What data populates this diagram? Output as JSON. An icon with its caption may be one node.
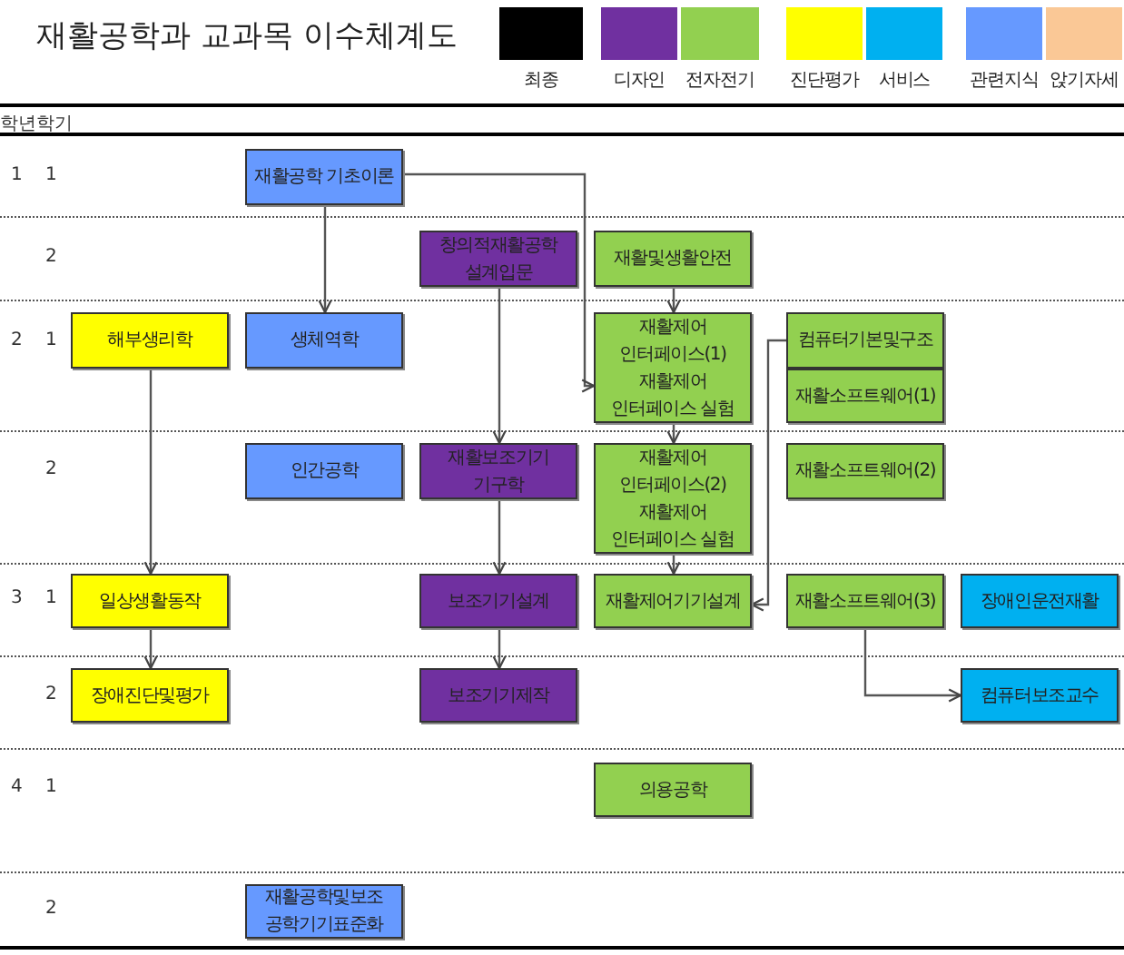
{
  "diagram": {
    "title": "재활공학과 교과목 이수체계도",
    "nodes": [
      {
        "text": [
          "재활공학 기초이론"
        ]
      },
      {
        "text": [
          "창의적재활공학 설계입문"
        ]
      },
      {
        "text": [
          "재활및생활안전"
        ]
      },
      {
        "text": [
          "해부생리학"
        ]
      },
      {
        "text": [
          "생체역학"
        ]
      },
      {
        "text": [
          "재활제어 인터페이스(1)",
          "재활제어 인터페이스 실험"
        ]
      },
      {
        "text": [
          "컴퓨터기본및구조"
        ]
      },
      {
        "text": [
          "재활소프트웨어(1)"
        ]
      },
      {
        "text": [
          "인간공학"
        ]
      },
      {
        "text": [
          "재활보조기기 기구학"
        ]
      },
      {
        "text": [
          "재활제어 인터페이스(2)",
          "재활제어 인터페이스 실험"
        ]
      },
      {
        "text": [
          "재활소프트웨어(2)"
        ]
      },
      {
        "text": [
          "일상생활동작"
        ]
      },
      {
        "text": [
          "보조기기설계"
        ]
      },
      {
        "text": [
          "재활제어기기설계"
        ]
      },
      {
        "text": [
          "재활소프트웨어(3)"
        ]
      },
      {
        "text": [
          "장애인운전재활"
        ]
      },
      {
        "text": [
          "장애진단및평가"
        ]
      },
      {
        "text": [
          "보조기기제작"
        ]
      },
      {
        "text": [
          "컴퓨터보조교수"
        ]
      },
      {
        "text": [
          "의용공학"
        ]
      },
      {
        "text": [
          "재활공학및보조 공학기기표준화"
        ]
      }
    ],
    "edges": [
      {
        "from": 0,
        "to": 4,
        "arrow": "to"
      },
      {
        "from": 0,
        "to": 5,
        "arrow": "to"
      },
      {
        "from": 2,
        "to": 5,
        "arrow": "to"
      },
      {
        "from": 1,
        "to": 9,
        "arrow": "to"
      },
      {
        "from": 5,
        "to": 10,
        "arrow": "to"
      },
      {
        "from": 3,
        "to": 12,
        "arrow": "to"
      },
      {
        "from": 9,
        "to": 13,
        "arrow": "to"
      },
      {
        "from": 10,
        "to": 14,
        "arrow": "to"
      },
      {
        "from": 6,
        "to": 14,
        "arrow": "to"
      },
      {
        "from": 12,
        "to": 17,
        "arrow": "to"
      },
      {
        "from": 13,
        "to": 18,
        "arrow": "to"
      },
      {
        "from": 15,
        "to": 19,
        "arrow": "to"
      }
    ],
    "labels": [
      "학년학기",
      "1",
      "1",
      "2",
      "2",
      "1",
      "2",
      "3",
      "1",
      "2",
      "4",
      "1",
      "2"
    ],
    "legend": [
      {
        "text": "최종",
        "color": "#000000"
      },
      {
        "text": "디자인",
        "color": "#7030a0"
      },
      {
        "text": "전자전기",
        "color": "#92d050"
      },
      {
        "text": "진단평가",
        "color": "#ffff00"
      },
      {
        "text": "서비스",
        "color": "#00b0f0"
      },
      {
        "text": "관련지식",
        "color": "#6699ff"
      },
      {
        "text": "앉기자세",
        "color": "#fac896"
      }
    ]
  }
}
